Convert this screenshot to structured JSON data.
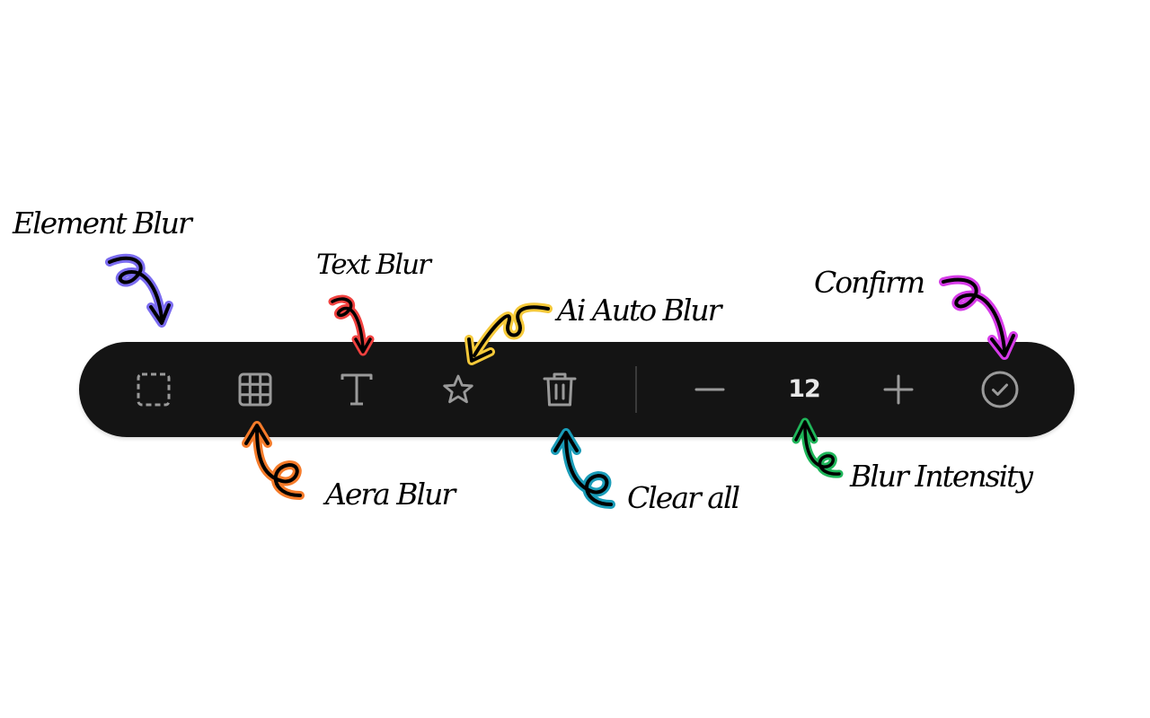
{
  "toolbar": {
    "blur_intensity": "12",
    "tools": [
      {
        "id": "element-blur",
        "icon": "dashed-square-icon"
      },
      {
        "id": "area-blur",
        "icon": "grid-icon"
      },
      {
        "id": "text-blur",
        "icon": "text-t-icon"
      },
      {
        "id": "ai-auto-blur",
        "icon": "star-icon"
      },
      {
        "id": "clear-all",
        "icon": "trash-icon"
      },
      {
        "id": "decrease",
        "icon": "minus-icon"
      },
      {
        "id": "increase",
        "icon": "plus-icon"
      },
      {
        "id": "confirm",
        "icon": "check-circle-icon"
      }
    ]
  },
  "annotations": {
    "element_blur": "Element Blur",
    "text_blur": "Text Blur",
    "ai_auto_blur": "Ai Auto Blur",
    "confirm": "Confirm",
    "area_blur": "Aera Blur",
    "clear_all": "Clear all",
    "blur_intensity": "Blur Intensity"
  },
  "colors": {
    "toolbar_bg": "#141414",
    "icon": "#9a9a9a",
    "value_text": "#e8e8e8",
    "arrow_element_blur": "#7b6cf0",
    "arrow_text_blur": "#f0413f",
    "arrow_ai_auto_blur": "#f5c93a",
    "arrow_confirm": "#d63be8",
    "arrow_area_blur": "#f57b2a",
    "arrow_clear_all": "#1a9cb8",
    "arrow_blur_intensity": "#1fb65a"
  }
}
